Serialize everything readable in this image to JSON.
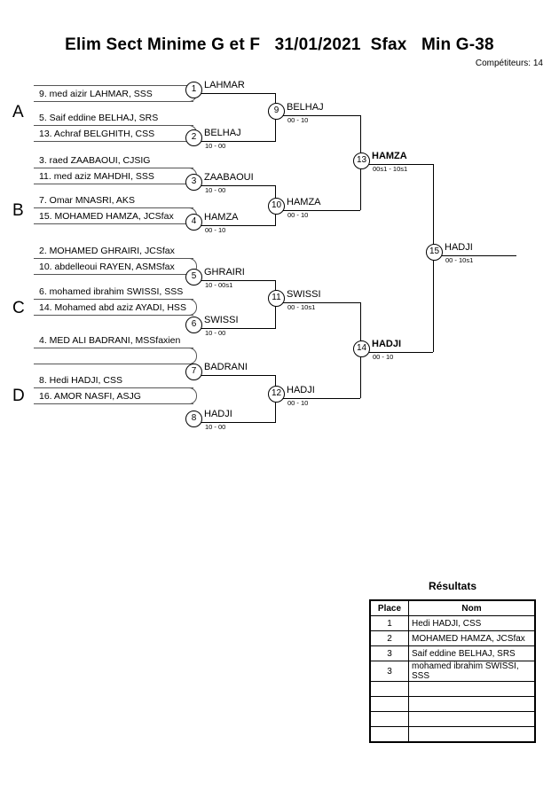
{
  "header": {
    "title": "Elim Sect Minime G et F   31/01/2021  Sfax   Min G-38",
    "competitors_label": "Compétiteurs: 14"
  },
  "pools": [
    {
      "letter": "A"
    },
    {
      "letter": "B"
    },
    {
      "letter": "C"
    },
    {
      "letter": "D"
    }
  ],
  "round1": {
    "slots": [
      {
        "name": ""
      },
      {
        "name": "9. med aizir LAHMAR, SSS"
      },
      {
        "name": "5. Saif eddine BELHAJ, SRS"
      },
      {
        "name": "13. Achraf BELGHITH, CSS"
      },
      {
        "name": "3. raed ZAABAOUI, CJSIG"
      },
      {
        "name": "11. med aziz MAHDHI, SSS"
      },
      {
        "name": "7. Omar MNASRI, AKS"
      },
      {
        "name": "15. MOHAMED HAMZA, JCSfax"
      },
      {
        "name": "2. MOHAMED GHRAIRI, JCSfax"
      },
      {
        "name": "10. abdelleoui RAYEN, ASMSfax"
      },
      {
        "name": "6. mohamed ibrahim SWISSI, SSS"
      },
      {
        "name": "14. Mohamed abd aziz AYADI, HSS"
      },
      {
        "name": "4. MED ALI BADRANI, MSSfaxien"
      },
      {
        "name": ""
      },
      {
        "name": "8. Hedi HADJI, CSS"
      },
      {
        "name": "16. AMOR NASFI, ASJG"
      }
    ],
    "matches": [
      {
        "num": "1",
        "winner": "LAHMAR",
        "score": ""
      },
      {
        "num": "2",
        "winner": "BELHAJ",
        "score": "10 - 00"
      },
      {
        "num": "3",
        "winner": "ZAABAOUI",
        "score": "10 - 00"
      },
      {
        "num": "4",
        "winner": "HAMZA",
        "score": "00 - 10"
      },
      {
        "num": "5",
        "winner": "GHRAIRI",
        "score": "10 - 00s1"
      },
      {
        "num": "6",
        "winner": "SWISSI",
        "score": "10 - 00"
      },
      {
        "num": "7",
        "winner": "BADRANI",
        "score": ""
      },
      {
        "num": "8",
        "winner": "HADJI",
        "score": "10 - 00"
      }
    ]
  },
  "round2": {
    "matches": [
      {
        "num": "9",
        "winner": "BELHAJ",
        "score": "00 - 10"
      },
      {
        "num": "10",
        "winner": "HAMZA",
        "score": "00 - 10"
      },
      {
        "num": "11",
        "winner": "SWISSI",
        "score": "00 - 10s1"
      },
      {
        "num": "12",
        "winner": "HADJI",
        "score": "00 - 10"
      }
    ]
  },
  "semifinals": {
    "matches": [
      {
        "num": "13",
        "winner": "HAMZA",
        "score": "00s1 - 10s1"
      },
      {
        "num": "14",
        "winner": "HADJI",
        "score": "00 - 10"
      }
    ]
  },
  "final": {
    "matches": [
      {
        "num": "15",
        "winner": "HADJI",
        "score": "00 - 10s1"
      }
    ]
  },
  "results": {
    "title": "Résultats",
    "columns": [
      "Place",
      "Nom"
    ],
    "rows": [
      {
        "place": "1",
        "nom": "Hedi HADJI, CSS"
      },
      {
        "place": "2",
        "nom": "MOHAMED HAMZA, JCSfax"
      },
      {
        "place": "3",
        "nom": "Saif eddine BELHAJ, SRS"
      },
      {
        "place": "3",
        "nom": "mohamed ibrahim SWISSI, SSS"
      },
      {
        "place": "",
        "nom": ""
      },
      {
        "place": "",
        "nom": ""
      },
      {
        "place": "",
        "nom": ""
      },
      {
        "place": "",
        "nom": ""
      }
    ]
  }
}
